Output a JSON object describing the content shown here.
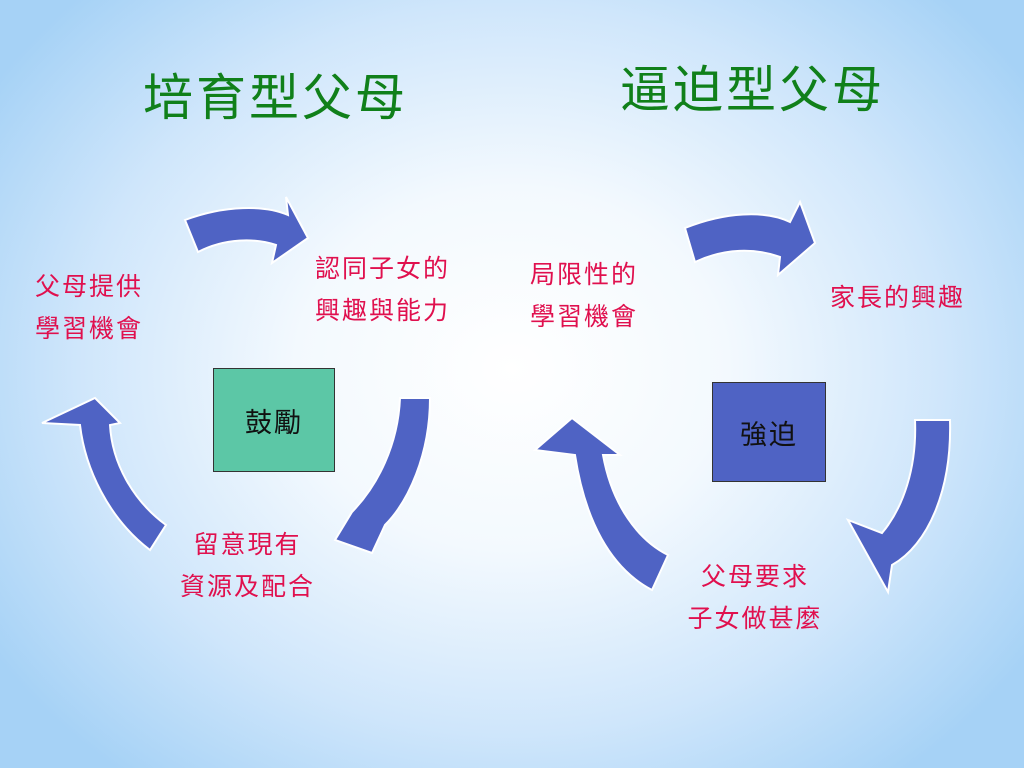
{
  "left": {
    "title": "培育型父母",
    "center": "鼓勵",
    "labels": {
      "provide": [
        "父母提供",
        "學習機會"
      ],
      "identify": [
        "認同子女的",
        "興趣與能力"
      ],
      "attend": [
        "留意現有",
        "資源及配合"
      ]
    }
  },
  "right": {
    "title": "逼迫型父母",
    "center": "強迫",
    "labels": {
      "limited": [
        "局限性的",
        "學習機會"
      ],
      "interest": [
        "家長的興趣"
      ],
      "demand": [
        "父母要求",
        "子女做甚麼"
      ]
    }
  },
  "colors": {
    "arrow": "#4f63c4",
    "title": "#10801a",
    "label": "#e0104e",
    "box_left": "#5cc7a6",
    "box_right": "#4f63c4"
  }
}
